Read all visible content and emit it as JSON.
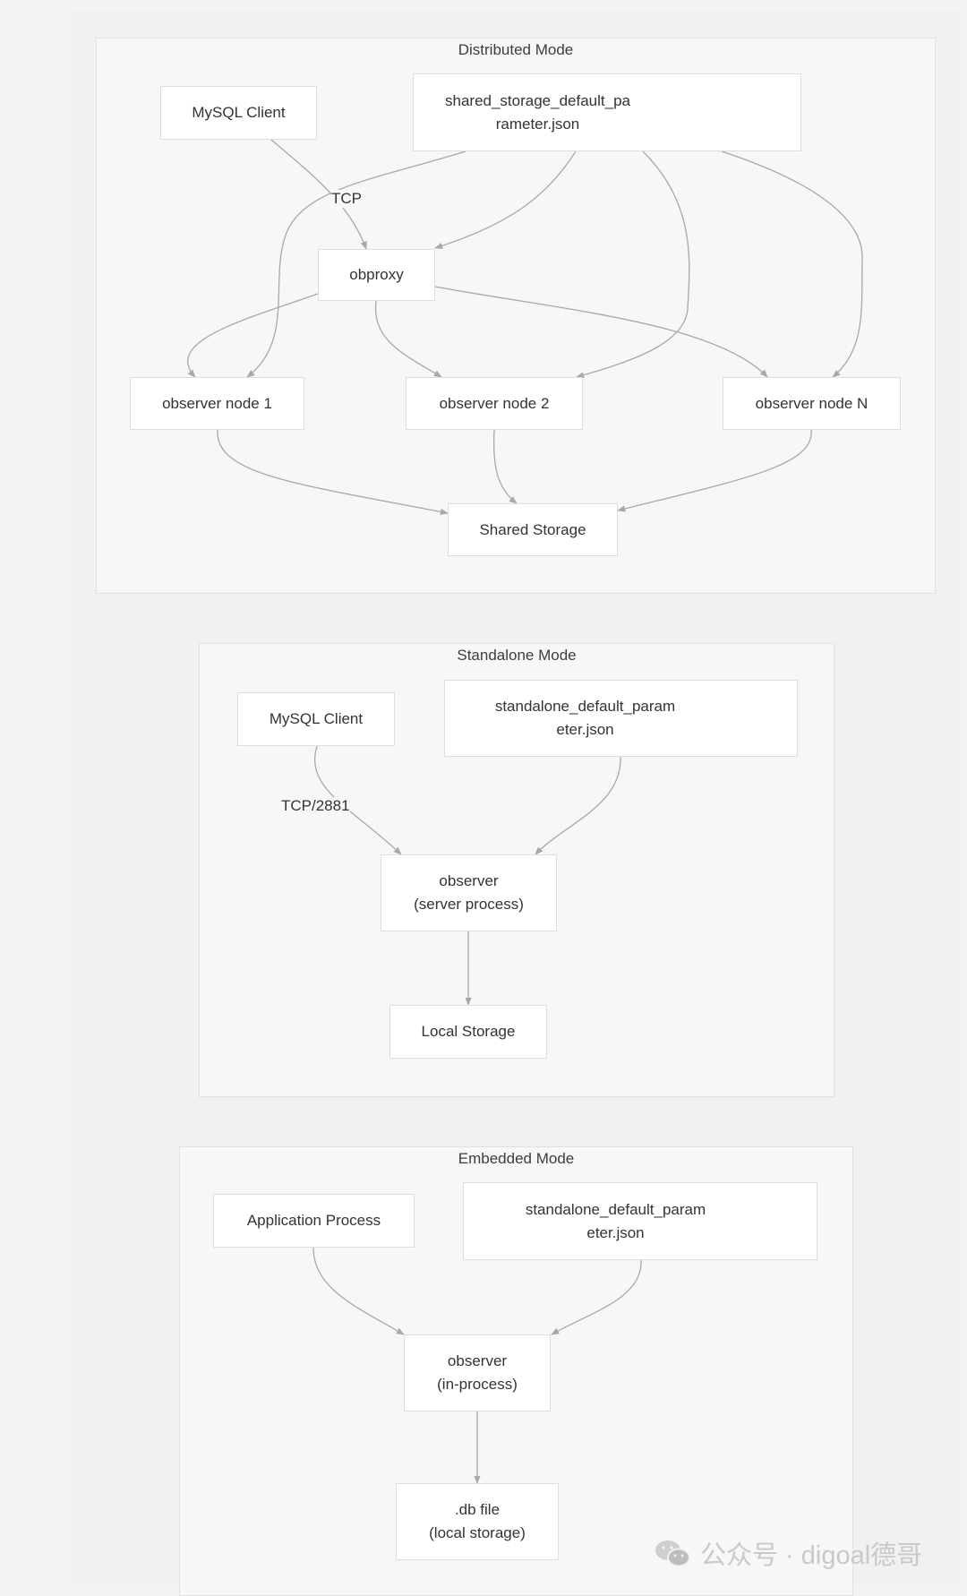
{
  "distributed": {
    "title": "Distributed Mode",
    "nodes": {
      "mysql_client": "MySQL Client",
      "param_file": "shared_storage_default_pa\nrameter.json",
      "obproxy": "obproxy",
      "node1": "observer node 1",
      "node2": "observer node 2",
      "nodeN": "observer node N",
      "storage": "Shared Storage"
    },
    "edge_labels": {
      "tcp": "TCP"
    }
  },
  "standalone": {
    "title": "Standalone Mode",
    "nodes": {
      "mysql_client": "MySQL Client",
      "param_file": "standalone_default_param\neter.json",
      "observer": "observer\n(server process)",
      "storage": "Local Storage"
    },
    "edge_labels": {
      "tcp": "TCP/2881"
    }
  },
  "embedded": {
    "title": "Embedded Mode",
    "nodes": {
      "app": "Application Process",
      "param_file": "standalone_default_param\neter.json",
      "observer": "observer\n(in-process)",
      "db_file": ".db file\n(local storage)"
    }
  },
  "watermark": {
    "icon": "wechat-icon",
    "text": "公众号 · digoal德哥"
  },
  "colors": {
    "edge": "#a8a8a8",
    "panel": "#f7f7f7",
    "node_border": "#dedede"
  }
}
